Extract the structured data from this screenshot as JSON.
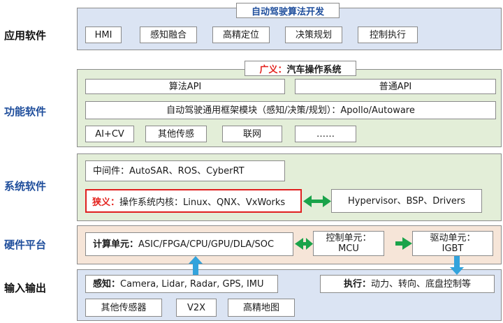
{
  "layers": {
    "app": "应用软件",
    "function": "功能软件",
    "system": "系统软件",
    "hardware": "硬件平台",
    "io": "输入输出"
  },
  "app_layer": {
    "title": "自动驾驶算法开发",
    "boxes": [
      "HMI",
      "感知融合",
      "高精定位",
      "决策规划",
      "控制执行"
    ]
  },
  "function_layer": {
    "title_prefix": "广义：",
    "title_rest": "汽车操作系统",
    "algo_api": "算法API",
    "common_api": "普通API",
    "framework": "自动驾驶通用框架模块（感知/决策/规划）：Apollo/Autoware",
    "small_boxes": [
      "AI+CV",
      "其他传感",
      "联网",
      "……"
    ]
  },
  "system_layer": {
    "middleware": "中间件：AutoSAR、ROS、CyberRT",
    "kernel_prefix": "狭义：",
    "kernel_rest": "操作系统内核：Linux、QNX、VxWorks",
    "hypervisor": "Hypervisor、BSP、Drivers"
  },
  "hardware_layer": {
    "compute_prefix": "计算单元：",
    "compute_rest": "ASIC/FPGA/CPU/GPU/DLA/SOC",
    "control_line1": "控制单元：",
    "control_line2": "MCU",
    "drive_line1": "驱动单元：",
    "drive_line2": "IGBT"
  },
  "io_layer": {
    "perception_prefix": "感知：",
    "perception_rest": "Camera, Lidar, Radar, GPS, IMU",
    "execution_prefix": "执行：",
    "execution_rest": "动力、转向、底盘控制等",
    "boxes": [
      "其他传感器",
      "V2X",
      "高精地图"
    ]
  },
  "colors": {
    "layer_label_blue": "#1f4e9c",
    "highlight_red": "#e3201b",
    "arrow_green": "#1aa34a",
    "arrow_blue": "#33a3dc",
    "panel_blue": "#dbe4f3",
    "panel_green": "#e3eed8",
    "panel_peach": "#f6e5d8"
  }
}
